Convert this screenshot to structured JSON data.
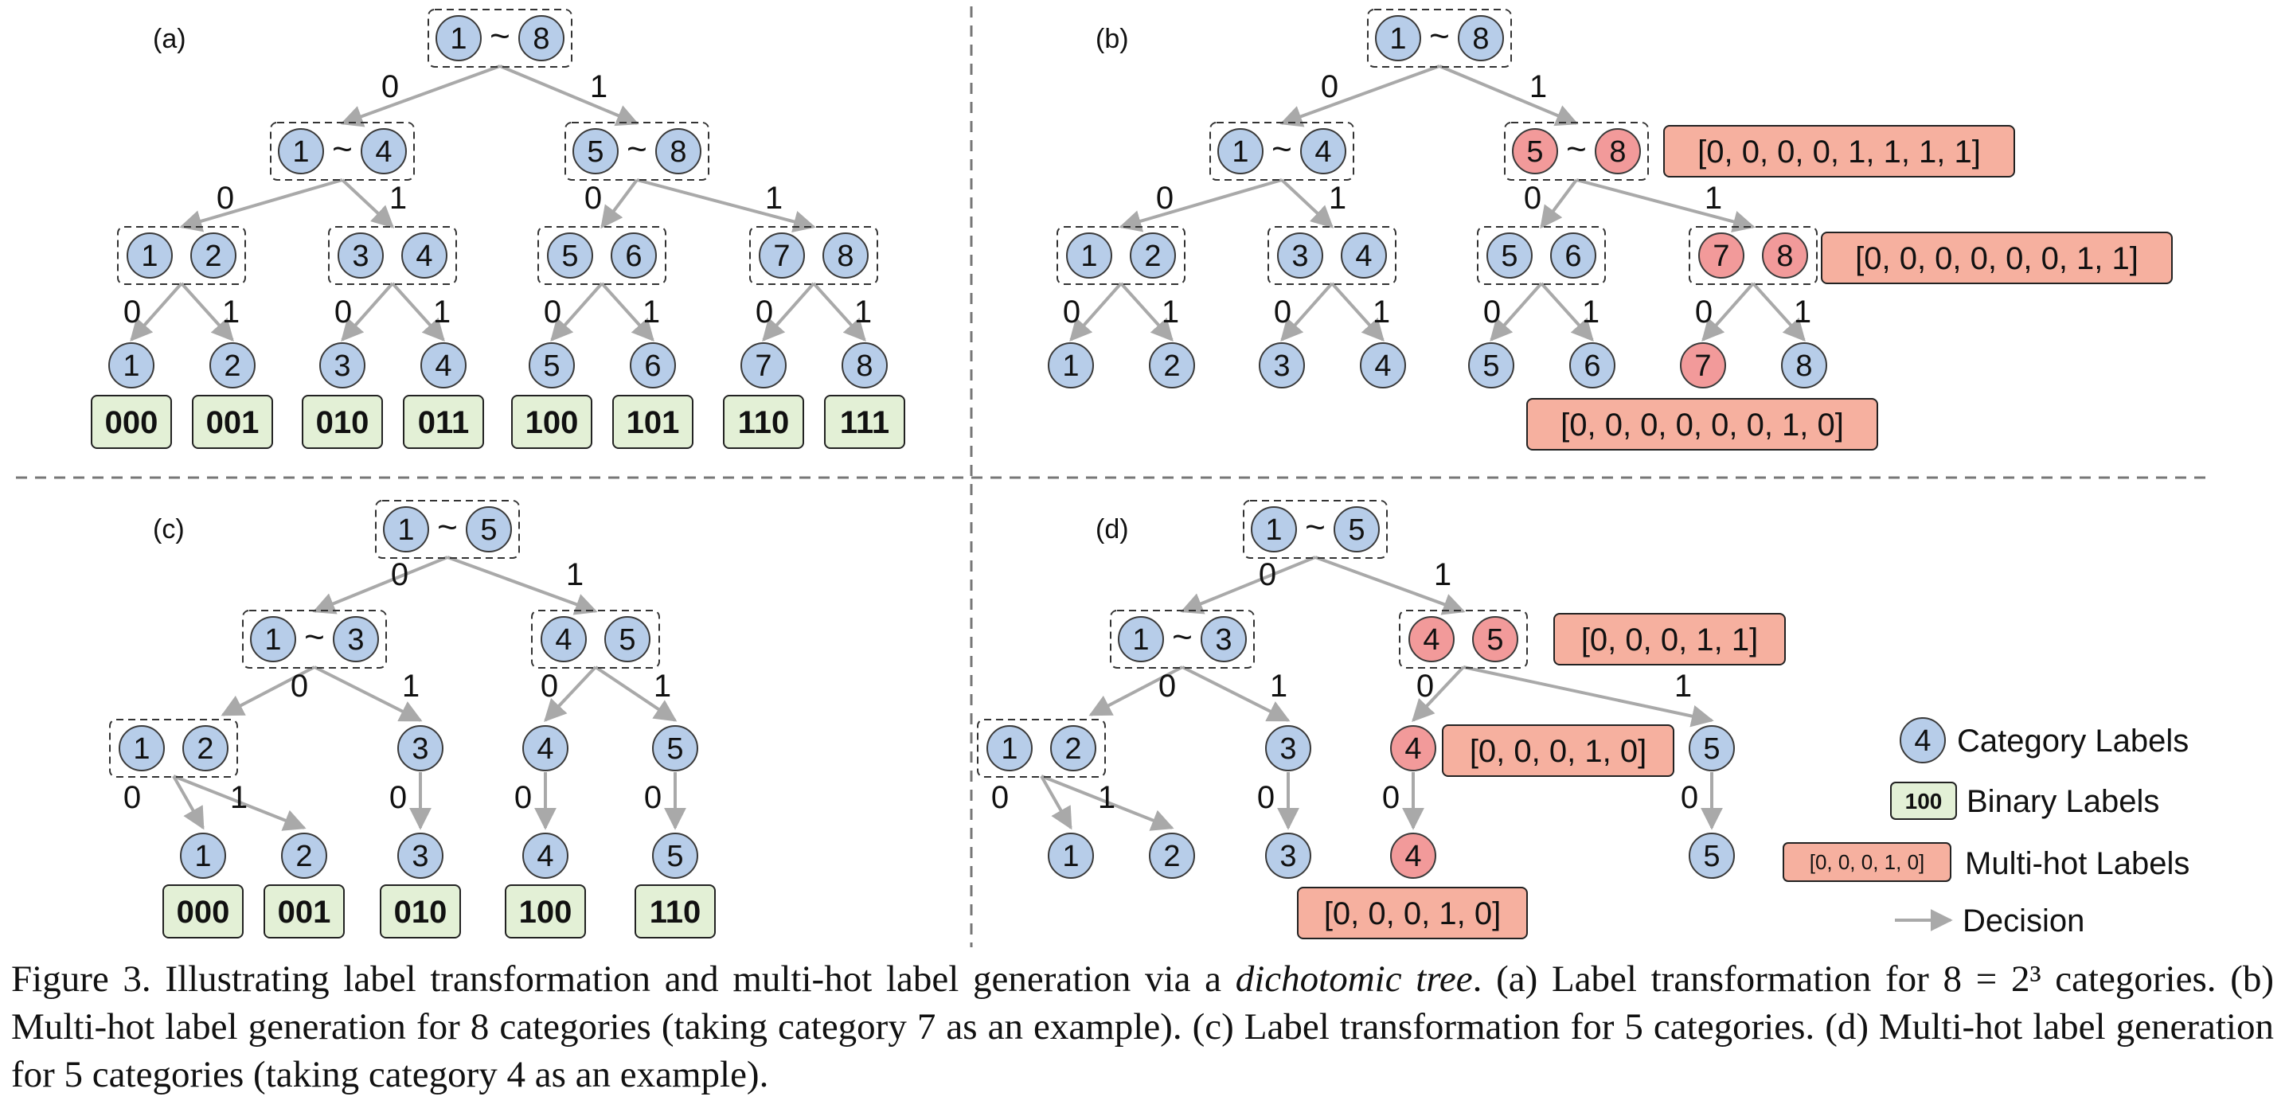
{
  "panels": {
    "a": {
      "tag": "(a)",
      "groups": [
        "1~8",
        "1~4",
        "5~8",
        "1 2",
        "3 4",
        "5 6",
        "7 8"
      ],
      "leaves": [
        "1",
        "2",
        "3",
        "4",
        "5",
        "6",
        "7",
        "8"
      ],
      "codes": [
        "000",
        "001",
        "010",
        "011",
        "100",
        "101",
        "110",
        "111"
      ]
    },
    "b": {
      "tag": "(b)",
      "highlight_category": "7",
      "vectors": [
        "[0, 0, 0, 0, 1, 1, 1, 1]",
        "[0, 0, 0, 0, 0, 0, 1, 1]",
        "[0, 0, 0, 0, 0, 0, 1, 0]"
      ]
    },
    "c": {
      "tag": "(c)",
      "leaves": [
        "1",
        "2",
        "3",
        "4",
        "5"
      ],
      "codes": [
        "000",
        "001",
        "010",
        "100",
        "110"
      ]
    },
    "d": {
      "tag": "(d)",
      "highlight_category": "4",
      "vectors": [
        "[0, 0, 0, 1, 1]",
        "[0, 0, 0, 1, 0]",
        "[0, 0, 0, 1, 0]"
      ]
    }
  },
  "branch_labels": {
    "left": "0",
    "right": "1"
  },
  "legend": {
    "category_sample": "4",
    "category_label": "Category Labels",
    "binary_sample": "100",
    "binary_label": "Binary Labels",
    "multihot_sample": "[0, 0, 0, 1, 0]",
    "multihot_label": "Multi-hot Labels",
    "decision_label": "Decision"
  },
  "colors": {
    "node_fill": "#b7cde9",
    "node_highlight": "#f29a9a",
    "binary_fill": "#e3f0d6",
    "multihot_fill": "#f6b09f",
    "edge": "#a9a9a9",
    "divider": "#777777"
  },
  "caption": {
    "prefix": "Figure 3. Illustrating label transformation and multi-hot label generation via a ",
    "term": "dichotomic tree",
    "suffix": ". (a) Label transformation for 8 = 2³ categories. (b) Multi-hot label generation for 8 categories (taking category 7 as an example). (c) Label transformation for 5 categories. (d) Multi-hot label generation for 5 categories (taking category 4 as an example)."
  }
}
